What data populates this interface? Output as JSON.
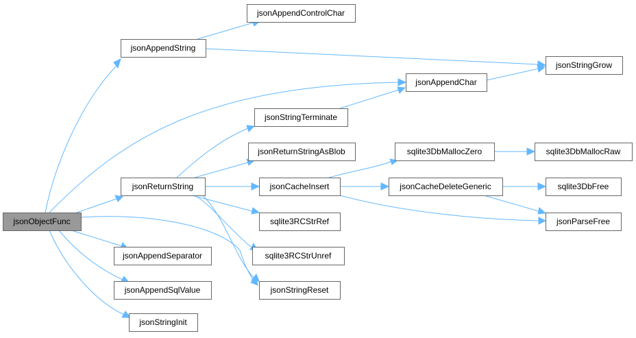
{
  "graph": {
    "root": "jsonObjectFunc",
    "colors": {
      "edge": "#63b8ff",
      "root_fill": "#999999",
      "node_fill": "#ffffff",
      "node_border": "#666666"
    },
    "nodes": [
      {
        "id": "jsonObjectFunc",
        "label": "jsonObjectFunc"
      },
      {
        "id": "jsonAppendString",
        "label": "jsonAppendString"
      },
      {
        "id": "jsonAppendControlChar",
        "label": "jsonAppendControlChar"
      },
      {
        "id": "jsonStringGrow",
        "label": "jsonStringGrow"
      },
      {
        "id": "jsonAppendChar",
        "label": "jsonAppendChar"
      },
      {
        "id": "jsonStringTerminate",
        "label": "jsonStringTerminate"
      },
      {
        "id": "jsonReturnStringAsBlob",
        "label": "jsonReturnStringAsBlob"
      },
      {
        "id": "jsonReturnString",
        "label": "jsonReturnString"
      },
      {
        "id": "jsonCacheInsert",
        "label": "jsonCacheInsert"
      },
      {
        "id": "sqlite3DbMallocZero",
        "label": "sqlite3DbMallocZero"
      },
      {
        "id": "sqlite3DbMallocRaw",
        "label": "sqlite3DbMallocRaw"
      },
      {
        "id": "jsonCacheDeleteGeneric",
        "label": "jsonCacheDeleteGeneric"
      },
      {
        "id": "sqlite3DbFree",
        "label": "sqlite3DbFree"
      },
      {
        "id": "jsonParseFree",
        "label": "jsonParseFree"
      },
      {
        "id": "sqlite3RCStrRef",
        "label": "sqlite3RCStrRef"
      },
      {
        "id": "sqlite3RCStrUnref",
        "label": "sqlite3RCStrUnref"
      },
      {
        "id": "jsonStringReset",
        "label": "jsonStringReset"
      },
      {
        "id": "jsonAppendSeparator",
        "label": "jsonAppendSeparator"
      },
      {
        "id": "jsonAppendSqlValue",
        "label": "jsonAppendSqlValue"
      },
      {
        "id": "jsonStringInit",
        "label": "jsonStringInit"
      }
    ],
    "edges": [
      {
        "from": "jsonObjectFunc",
        "to": "jsonAppendString"
      },
      {
        "from": "jsonObjectFunc",
        "to": "jsonAppendChar"
      },
      {
        "from": "jsonObjectFunc",
        "to": "jsonReturnString"
      },
      {
        "from": "jsonObjectFunc",
        "to": "jsonStringReset"
      },
      {
        "from": "jsonObjectFunc",
        "to": "jsonAppendSeparator"
      },
      {
        "from": "jsonObjectFunc",
        "to": "jsonAppendSqlValue"
      },
      {
        "from": "jsonObjectFunc",
        "to": "jsonStringInit"
      },
      {
        "from": "jsonAppendString",
        "to": "jsonAppendControlChar"
      },
      {
        "from": "jsonAppendString",
        "to": "jsonStringGrow"
      },
      {
        "from": "jsonAppendChar",
        "to": "jsonStringGrow"
      },
      {
        "from": "jsonStringTerminate",
        "to": "jsonAppendChar"
      },
      {
        "from": "jsonReturnString",
        "to": "jsonStringTerminate"
      },
      {
        "from": "jsonReturnString",
        "to": "jsonReturnStringAsBlob"
      },
      {
        "from": "jsonReturnString",
        "to": "jsonCacheInsert"
      },
      {
        "from": "jsonReturnString",
        "to": "sqlite3RCStrRef"
      },
      {
        "from": "jsonReturnString",
        "to": "sqlite3RCStrUnref"
      },
      {
        "from": "jsonReturnString",
        "to": "jsonStringReset"
      },
      {
        "from": "jsonCacheInsert",
        "to": "sqlite3DbMallocZero"
      },
      {
        "from": "jsonCacheInsert",
        "to": "jsonCacheDeleteGeneric"
      },
      {
        "from": "jsonCacheInsert",
        "to": "jsonParseFree"
      },
      {
        "from": "sqlite3DbMallocZero",
        "to": "sqlite3DbMallocRaw"
      },
      {
        "from": "jsonCacheDeleteGeneric",
        "to": "sqlite3DbFree"
      },
      {
        "from": "jsonCacheDeleteGeneric",
        "to": "jsonParseFree"
      }
    ]
  }
}
